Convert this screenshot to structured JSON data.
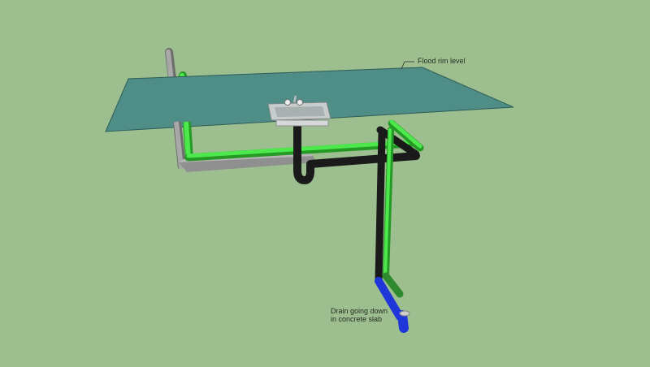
{
  "labels": {
    "flood_rim": "Flood rim level",
    "drain_line1": "Drain going down",
    "drain_line2": "in concrete slab"
  },
  "colors": {
    "background": "#9dbf8f",
    "flood_plane": "#4f8e86",
    "flood_plane_edge": "#2e5c57",
    "vent_gray": "#9c9c9c",
    "vent_gray_shade": "#6e6e6e",
    "vent_green": "#44e044",
    "vent_green_shade": "#249a24",
    "drain_black": "#1a1a1a",
    "branch_dark_green": "#2f8a2f",
    "cleanout_blue": "#1f36d8",
    "sink_steel": "#c9cccc",
    "sink_shadow": "#8a9090"
  }
}
